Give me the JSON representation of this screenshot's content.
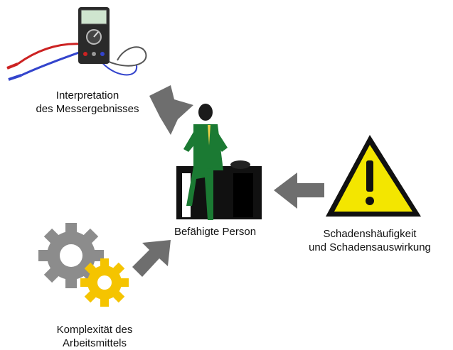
{
  "diagram": {
    "center": {
      "label": "Befähigte Person"
    },
    "factors": {
      "measurement": {
        "line1": "Interpretation",
        "line2": "des Messergebnisses"
      },
      "damage": {
        "line1": "Schadenshäufigkeit",
        "line2": "und Schadensauswirkung"
      },
      "complexity": {
        "line1": "Komplexität des",
        "line2": "Arbeitsmittels"
      }
    }
  },
  "icons": {
    "measurement": "multimeter-icon",
    "center": "person-at-desk-icon",
    "damage": "warning-triangle-icon",
    "complexity": "gears-icon"
  },
  "colors": {
    "arrow": "#6e6e6e",
    "warning_yellow": "#f3e600",
    "person_green": "#1b7a33",
    "gear_gray": "#8c8c8c",
    "gear_yellow": "#f5c400"
  }
}
